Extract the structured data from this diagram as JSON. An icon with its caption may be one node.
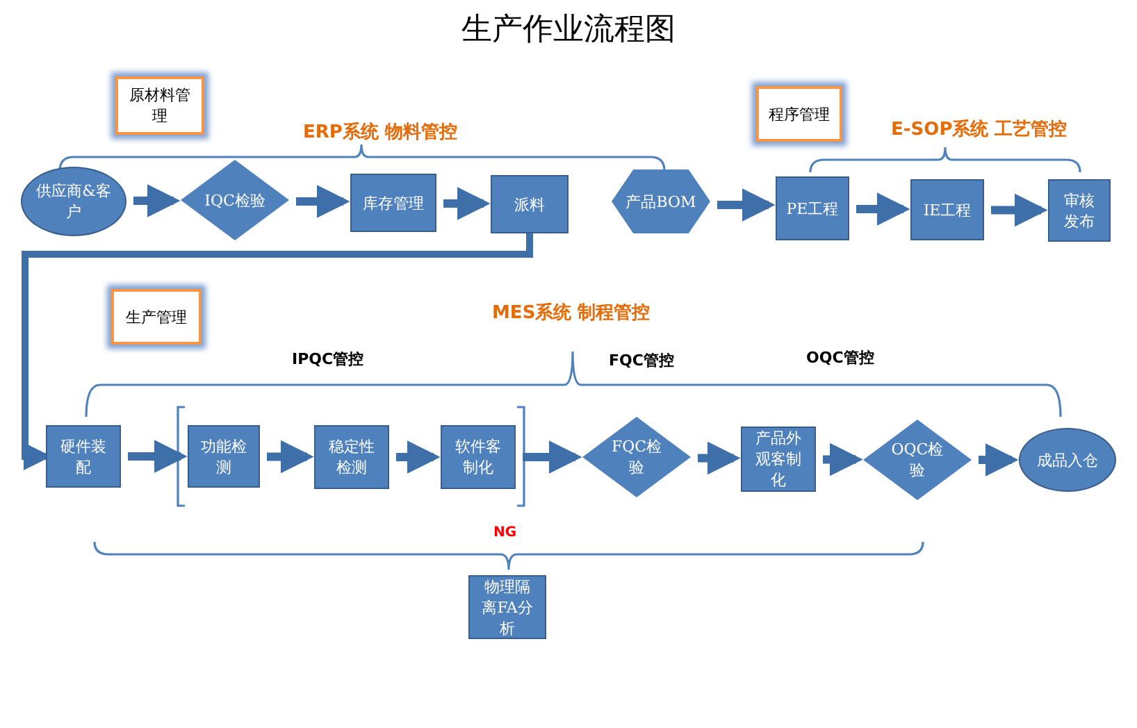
{
  "diagram": {
    "title": "生产作业流程图",
    "nodes": [
      {
        "text": [
          "原材料管理"
        ]
      },
      {
        "text": [
          "程序管理"
        ]
      },
      {
        "text": [
          "生产管理"
        ]
      },
      {
        "text": [
          "供应商&客户"
        ]
      },
      {
        "text": [
          "IQC检验"
        ]
      },
      {
        "text": [
          "库存管理"
        ]
      },
      {
        "text": [
          "派料"
        ]
      },
      {
        "text": [
          "产品BOM"
        ]
      },
      {
        "text": [
          "PE工程"
        ]
      },
      {
        "text": [
          "IE工程"
        ]
      },
      {
        "text": [
          "审核发布"
        ]
      },
      {
        "text": [
          "硬件装配"
        ]
      },
      {
        "text": [
          "功能检测"
        ]
      },
      {
        "text": [
          "稳定性检测"
        ]
      },
      {
        "text": [
          "软件客制化"
        ]
      },
      {
        "text": [
          "FQC检验"
        ]
      },
      {
        "text": [
          "产品外观客制化"
        ]
      },
      {
        "text": [
          "OQC检验"
        ]
      },
      {
        "text": [
          "成品入仓"
        ]
      },
      {
        "text": [
          "物理隔离FA分析"
        ]
      }
    ],
    "edges": [
      {
        "from": 3,
        "to": 4,
        "arrow": "to"
      },
      {
        "from": 4,
        "to": 5,
        "arrow": "to"
      },
      {
        "from": 5,
        "to": 6,
        "arrow": "to"
      },
      {
        "from": 6,
        "to": 11,
        "arrow": "to"
      },
      {
        "from": 7,
        "to": 8,
        "arrow": "to"
      },
      {
        "from": 8,
        "to": 9,
        "arrow": "to"
      },
      {
        "from": 9,
        "to": 10,
        "arrow": "to"
      },
      {
        "from": 11,
        "to": 12,
        "arrow": "to"
      },
      {
        "from": 12,
        "to": 13,
        "arrow": "to"
      },
      {
        "from": 13,
        "to": 14,
        "arrow": "to"
      },
      {
        "from": 14,
        "to": 15,
        "arrow": "to"
      },
      {
        "from": 15,
        "to": 16,
        "arrow": "to"
      },
      {
        "from": 16,
        "to": 17,
        "arrow": "to"
      },
      {
        "from": 17,
        "to": 18,
        "arrow": "to"
      }
    ],
    "labels": [
      "ERP系统 物料管控",
      "E-SOP系统 工艺管控",
      "MES系统 制程管控",
      "IPQC管控",
      "FQC管控",
      "OQC管控",
      "NG"
    ]
  }
}
